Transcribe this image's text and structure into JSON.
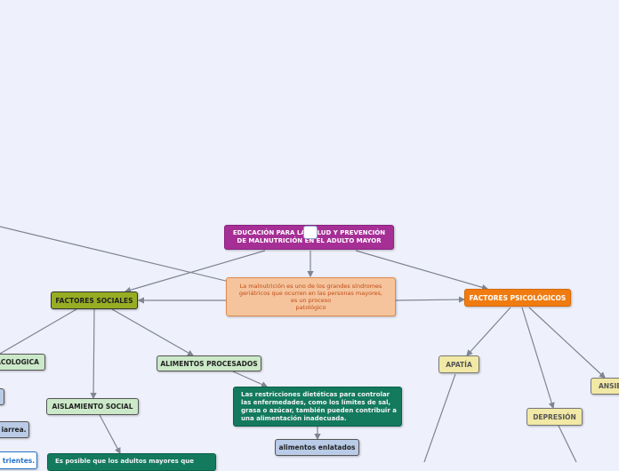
{
  "nodes": {
    "root": "EDUCACIÓN PARA LA SALUD Y PREVENCIÓN\nDE MALNUTRICIÓN EN EL ADULTO MAYOR",
    "central": "La malnutrición es uno de los grandes síndromes\ngeriátricos que ocurren en las personas mayores,\nes un proceso\npatológico",
    "factores_sociales": "FACTORES SOCIALES",
    "factores_psicologicos": "FACTORES PSICOLÓGICOS",
    "psicologica_partial": "ACOLOGICA",
    "alimentos_procesados": "ALIMENTOS PROCESADOS",
    "aislamiento_social": "AISLAMIENTO SOCIAL",
    "restricciones": "Las restricciones dietéticas para controlar\nlas enfermedades, como los límites de sal,\ngrasa o azúcar, también pueden contribuir a\nuna alimentación inadecuada.",
    "alimentos_enlatados": "alimentos enlatados",
    "adultos_partial": "Es posible que los adultos mayores que",
    "diarrea_partial": "iarrea.",
    "nutrientes_partial": "trientes.",
    "apatia": "APATÍA",
    "depresion": "DEPRESIÓN",
    "ansiedad_partial": "ANSIE"
  },
  "colors": {
    "background": "#eef0fb",
    "root": "#a62f96",
    "central": "#f5c49d",
    "factores_sociales": "#97ad22",
    "factores_psicologicos": "#f07b10",
    "light_green": "#cbe9c8",
    "dark_green": "#137a5e",
    "blue": "#b9cbe6",
    "yellow": "#f1e9a5",
    "edge": "#7f8591"
  }
}
